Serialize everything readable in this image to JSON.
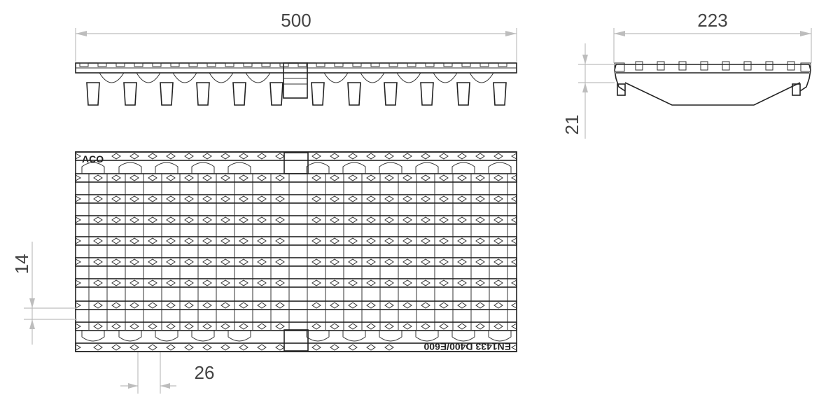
{
  "dimensions": {
    "length": "500",
    "width": "223",
    "height": "21",
    "slot_width": "14",
    "pitch": "26"
  },
  "markings": {
    "brand": "ACO",
    "standard": "EN1433 D400/E600"
  },
  "colors": {
    "outline": "#222222",
    "dimension_line": "#bdbdbd",
    "dimension_text": "#444444"
  }
}
